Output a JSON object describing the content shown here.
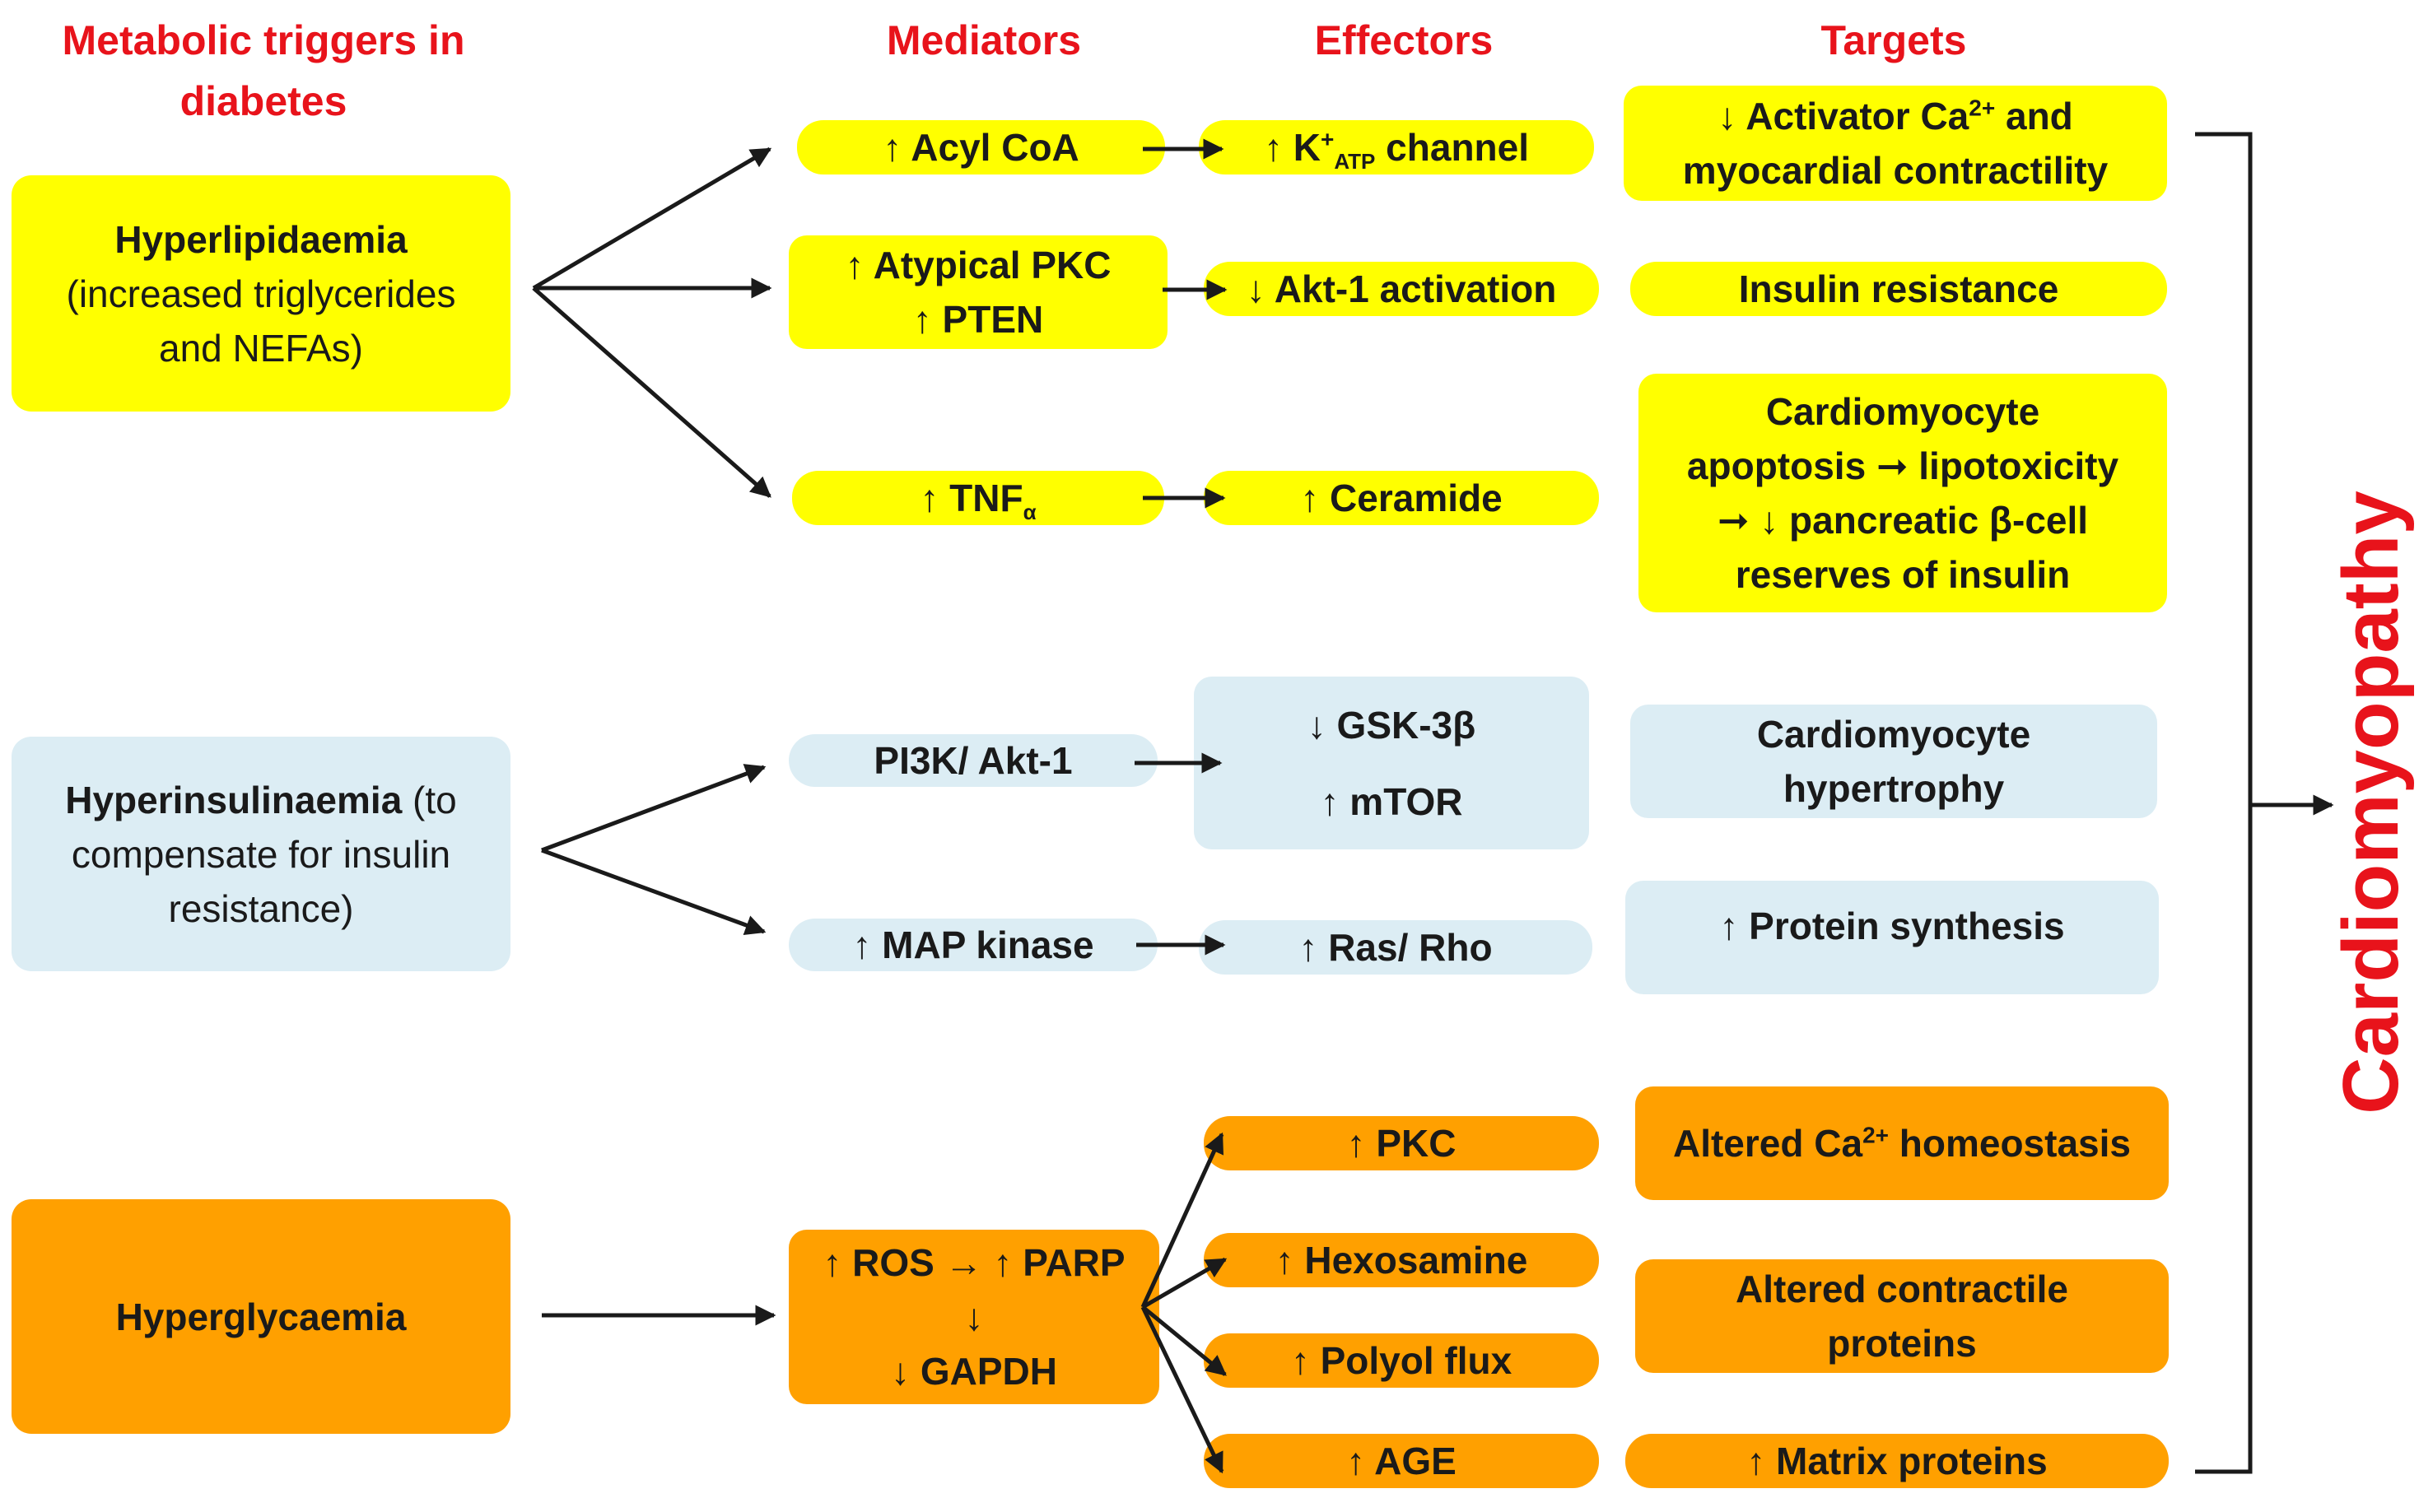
{
  "headers": {
    "triggers": [
      "Metabolic triggers in",
      "diabetes"
    ],
    "mediators": "Mediators",
    "effectors": "Effectors",
    "targets": "Targets"
  },
  "triggers": {
    "hyperlipidaemia": {
      "bold": "Hyperlipidaemia",
      "rest": [
        "(increased triglycerides",
        "and NEFAs)"
      ]
    },
    "hyperinsulinaemia": {
      "bold": "Hyperinsulinaemia",
      "rest_inline": " (to",
      "rest": [
        "compensate for insulin",
        "resistance)"
      ]
    },
    "hyperglycaemia": {
      "bold": "Hyperglycaemia"
    }
  },
  "mediators": {
    "acyl_coa": "↑ Acyl CoA",
    "pkc_pten": [
      "↑ Atypical PKC",
      "↑ PTEN"
    ],
    "tnf": {
      "main": "↑ TNF",
      "sub": "α"
    },
    "pi3k": "PI3K/ Akt-1",
    "map_kinase": "↑ MAP kinase",
    "ros_parp": [
      "↑ ROS → ↑ PARP",
      "↓",
      "↓ GAPDH"
    ]
  },
  "effectors": {
    "katp": {
      "pre": "↑ K",
      "sup": "+",
      "sub": "ATP",
      "post": " channel"
    },
    "akt1": "↓ Akt-1 activation",
    "ceramide": "↑ Ceramide",
    "gsk_mtor": [
      "↓ GSK-3β",
      "↑ mTOR"
    ],
    "ras_rho": "↑ Ras/ Rho",
    "pkc": "↑ PKC",
    "hexosamine": "↑ Hexosamine",
    "polyol": "↑ Polyol flux",
    "age": "↑ AGE"
  },
  "targets": {
    "activator_ca": {
      "pre": "↓ Activator Ca",
      "sup": "2+",
      "post": " and",
      "line2": "myocardial contractility"
    },
    "insulin_resistance": "Insulin resistance",
    "apoptosis": [
      "Cardiomyocyte",
      "apoptosis ➞ lipotoxicity",
      "➞ ↓ pancreatic β-cell",
      "reserves of insulin"
    ],
    "hypertrophy": [
      "Cardiomyocyte",
      "hypertrophy"
    ],
    "protein_synthesis": "↑ Protein synthesis",
    "ca_homeostasis": {
      "pre": "Altered Ca",
      "sup": "2+",
      "post": " homeostasis"
    },
    "contractile": [
      "Altered contractile",
      "proteins"
    ],
    "matrix": "↑ Matrix proteins"
  },
  "outcome": "Cardiomyopathy",
  "colors": {
    "header_red": "#e8131b",
    "yellow": "#ffff00",
    "light_blue": "#dcedf4",
    "orange": "#ffa000",
    "arrow": "#1a1a1a"
  }
}
